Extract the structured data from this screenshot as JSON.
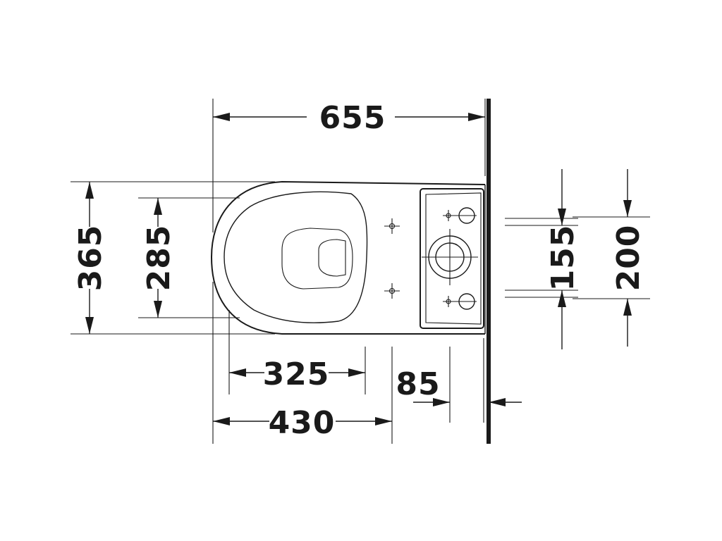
{
  "dimensions": {
    "overall_depth": "655",
    "overall_width": "365",
    "seat_width": "285",
    "bowl_to_fixing": "325",
    "front_to_outlet": "430",
    "outlet_to_wall": "85",
    "fixing_hole_spacing": "155",
    "outer_hole_spacing": "200"
  },
  "colors": {
    "line": "#1a1a1a",
    "background": "#ffffff"
  }
}
